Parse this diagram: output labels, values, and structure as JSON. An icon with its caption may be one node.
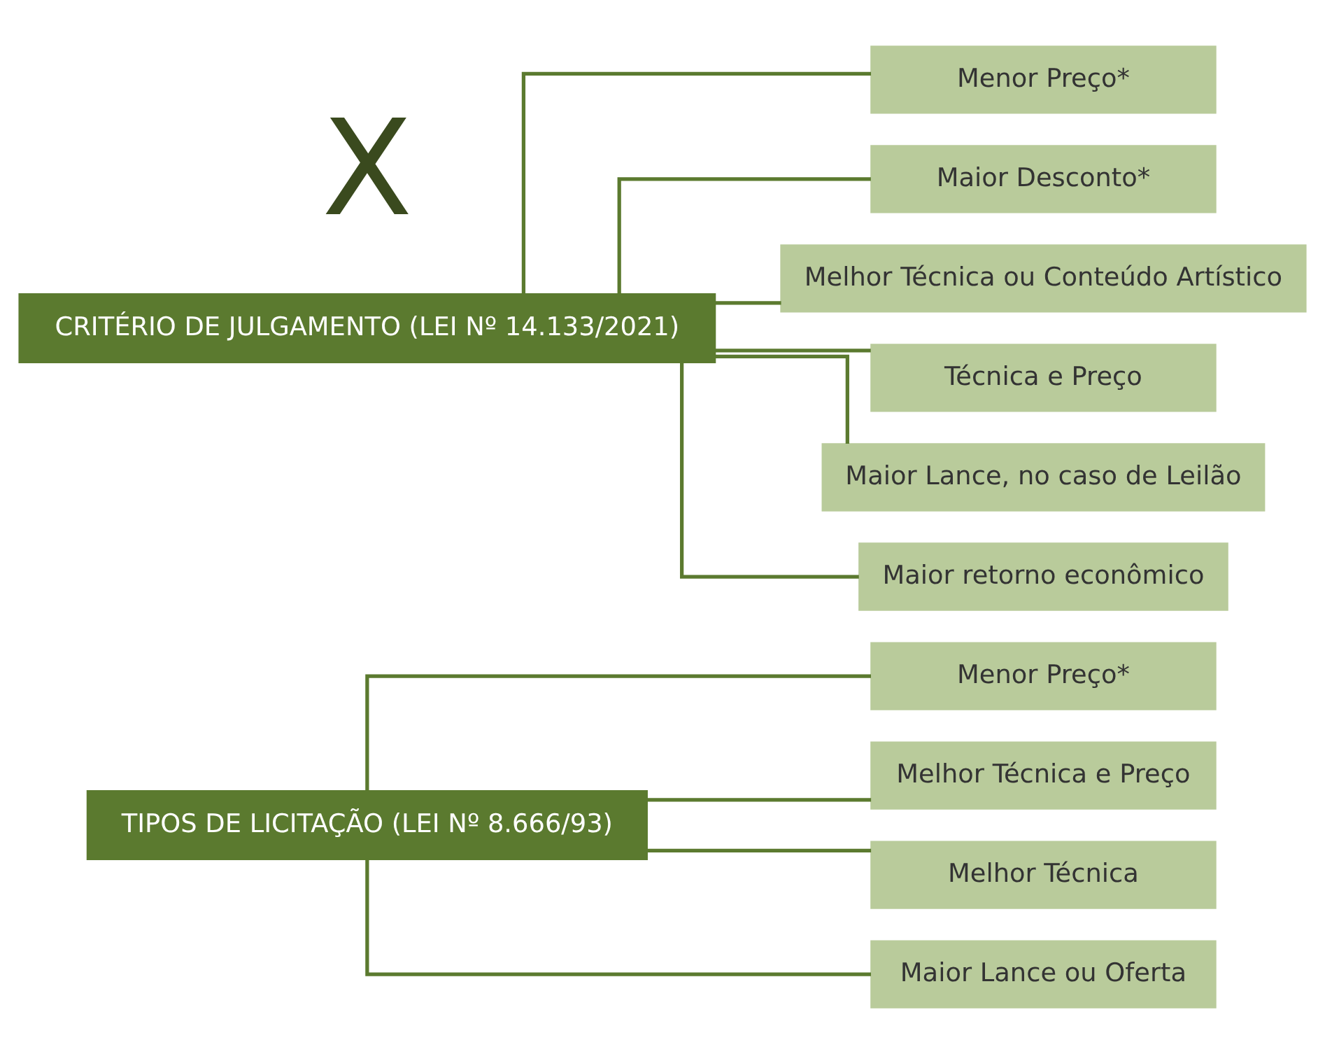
{
  "diagram": {
    "nodes": [
      {
        "text": [
          "TIPOS DE LICITAÇÃO (LEI Nº 8.666/93)"
        ]
      },
      {
        "text": [
          "Menor Preço*"
        ]
      },
      {
        "text": [
          "Melhor Técnica e Preço"
        ]
      },
      {
        "text": [
          "Melhor Técnica"
        ]
      },
      {
        "text": [
          "Maior Lance ou Oferta"
        ]
      },
      {
        "text": [
          "CRITÉRIO DE JULGAMENTO (LEI Nº 14.133/2021)"
        ]
      },
      {
        "text": [
          "Menor Preço*"
        ]
      },
      {
        "text": [
          "Maior Desconto*"
        ]
      },
      {
        "text": [
          "Melhor Técnica ou Conteúdo Artístico"
        ]
      },
      {
        "text": [
          "Técnica e Preço"
        ]
      },
      {
        "text": [
          "Maior Lance, no caso de Leilão"
        ]
      },
      {
        "text": [
          "Maior retorno econômico"
        ]
      }
    ],
    "edges": [
      {
        "from": 0,
        "to": 1,
        "arrow": "none"
      },
      {
        "from": 0,
        "to": 2,
        "arrow": "none"
      },
      {
        "from": 0,
        "to": 3,
        "arrow": "none"
      },
      {
        "from": 0,
        "to": 4,
        "arrow": "none"
      },
      {
        "from": 5,
        "to": 6,
        "arrow": "none"
      },
      {
        "from": 5,
        "to": 7,
        "arrow": "none"
      },
      {
        "from": 5,
        "to": 8,
        "arrow": "none"
      },
      {
        "from": 5,
        "to": 9,
        "arrow": "none"
      },
      {
        "from": 5,
        "to": 10,
        "arrow": "none"
      },
      {
        "from": 5,
        "to": 11,
        "arrow": "none"
      }
    ],
    "labels": [
      "X"
    ]
  }
}
